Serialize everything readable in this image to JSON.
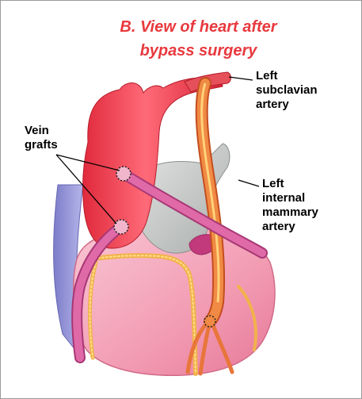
{
  "title": {
    "line1": "B. View of heart after",
    "line2": "bypass surgery"
  },
  "labels": {
    "vein_grafts": [
      "Vein",
      "grafts"
    ],
    "left_subclavian": [
      "Left",
      "subclavian",
      "artery"
    ],
    "left_internal_mammary": [
      "Left",
      "internal",
      "mammary",
      "artery"
    ]
  },
  "colors": {
    "title": "#e8393e",
    "aorta": "#ec3a48",
    "heart": "#f4a9bd",
    "vein_graft": "#d8549a",
    "mammary_artery": "#e27a3a",
    "pulmonary_trunk": "#c9ccca",
    "vena_cava": "#8f8fd6"
  }
}
